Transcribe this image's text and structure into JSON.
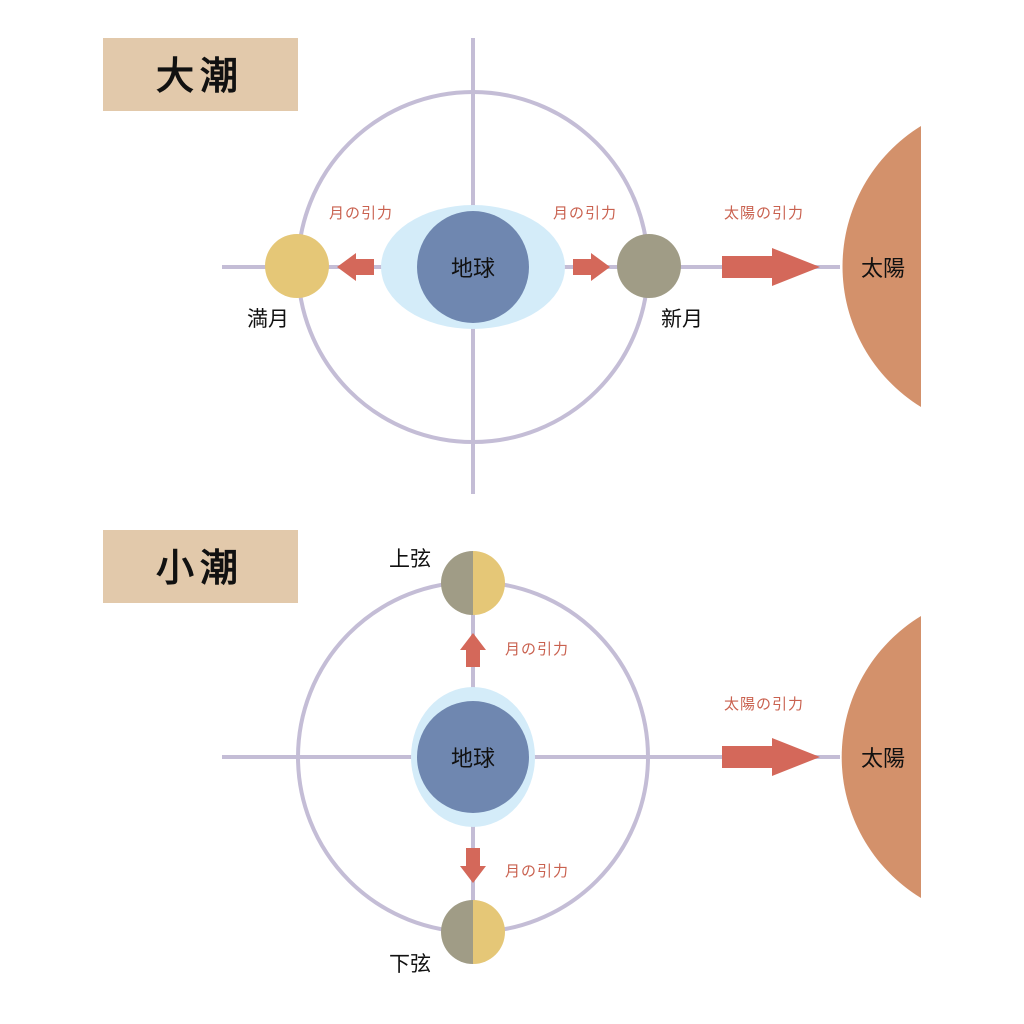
{
  "colors": {
    "orbit": "#c4bdd6",
    "arrow": "#d4685a",
    "force_text": "#c9614f",
    "earth": "#6f87b0",
    "water": "#d4ecf9",
    "full_moon": "#e5c777",
    "new_moon": "#a09c86",
    "sun": "#d3916b",
    "title_bg": "#e2c9ab"
  },
  "spring_tide": {
    "title": "大潮",
    "earth_label": "地球",
    "sun_label": "太陽",
    "full_moon_label": "満月",
    "new_moon_label": "新月",
    "moon_force_left": "月の引力",
    "moon_force_right": "月の引力",
    "sun_force": "太陽の引力"
  },
  "neap_tide": {
    "title": "小潮",
    "earth_label": "地球",
    "sun_label": "太陽",
    "first_quarter_label": "上弦",
    "last_quarter_label": "下弦",
    "moon_force_up": "月の引力",
    "moon_force_down": "月の引力",
    "sun_force": "太陽の引力"
  }
}
